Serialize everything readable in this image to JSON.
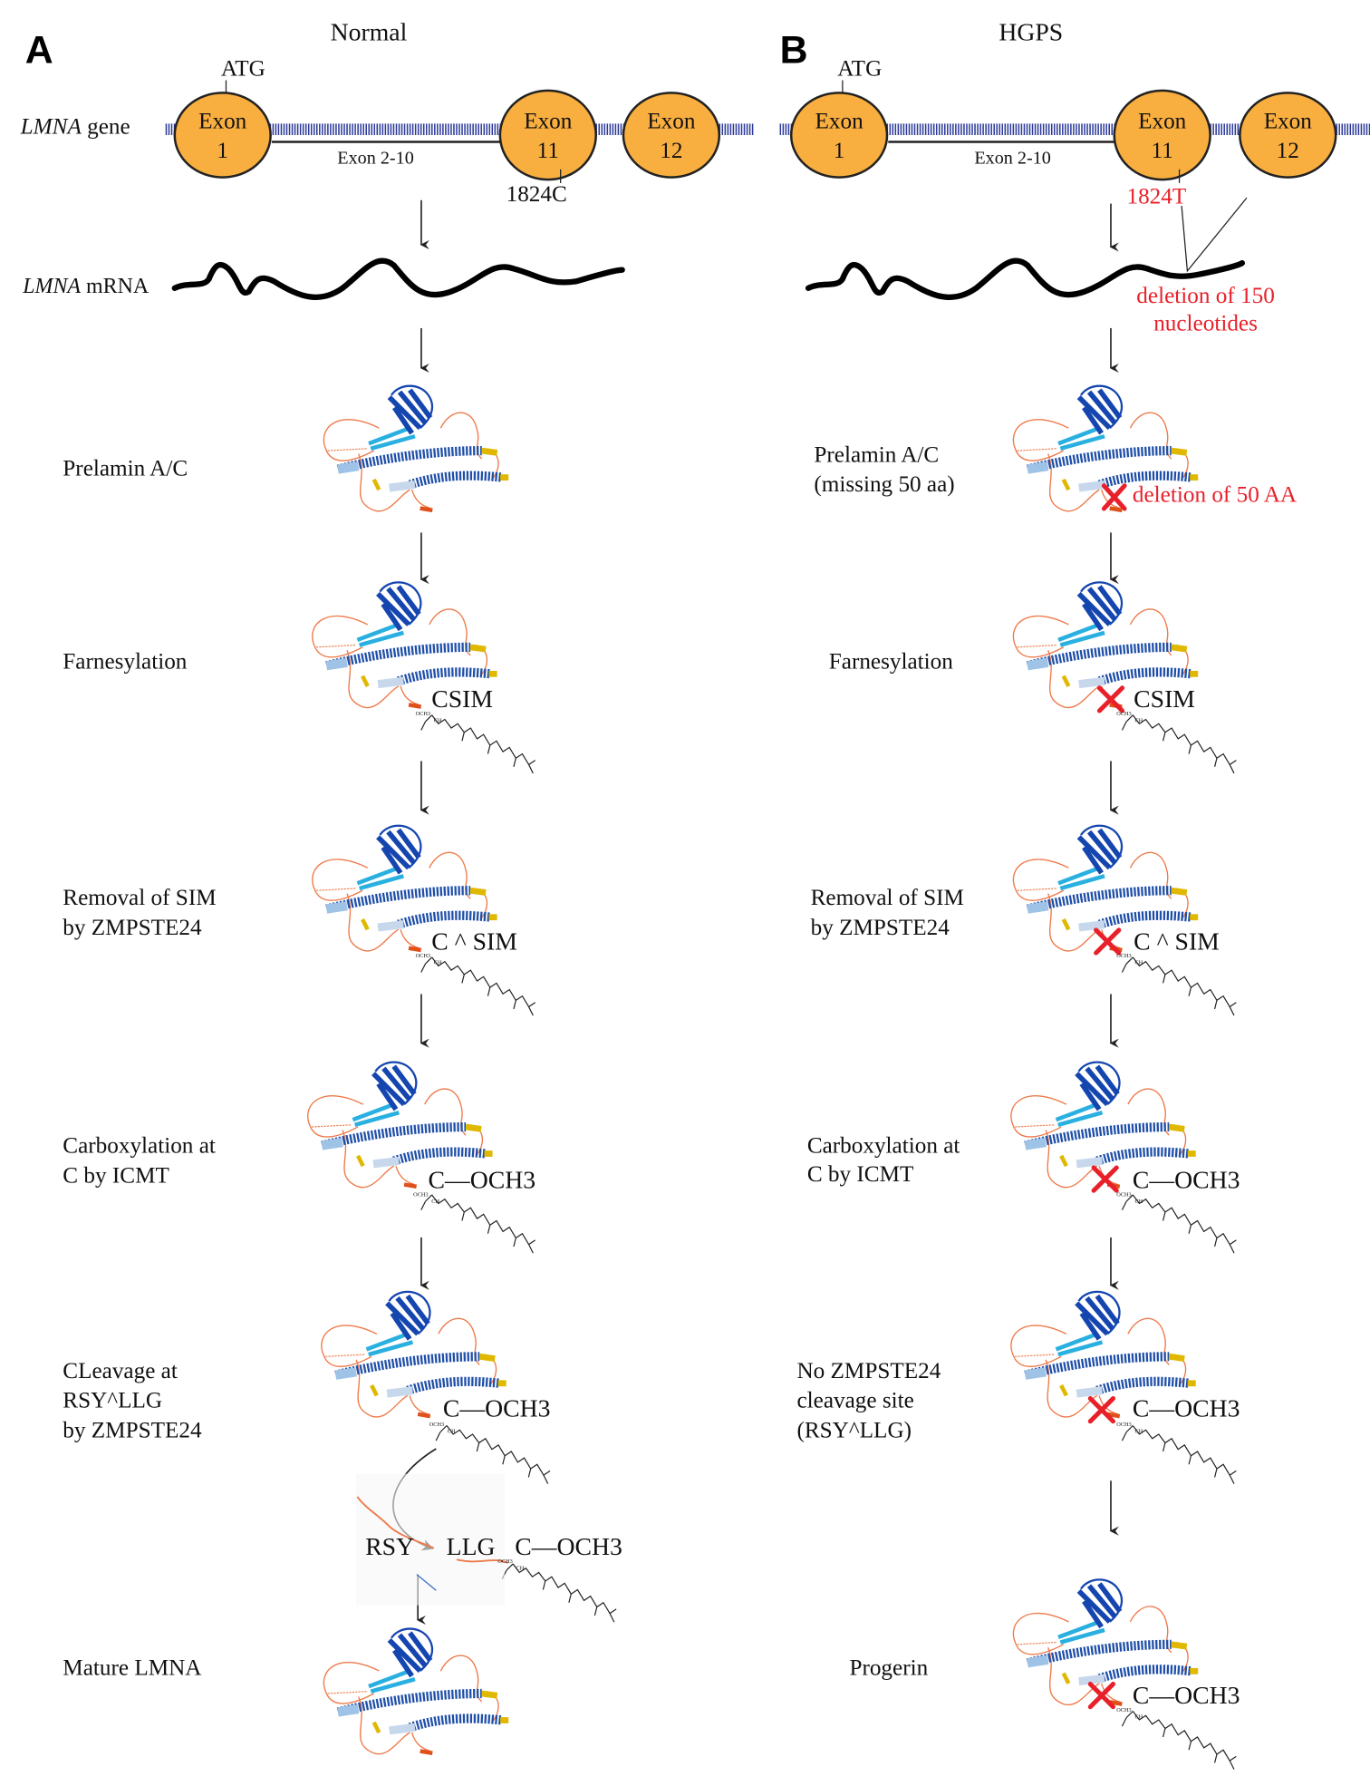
{
  "panels": {
    "A": {
      "letter": "A",
      "title": "Normal",
      "atg": "ATG",
      "exons": [
        {
          "line1": "Exon",
          "line2": "1"
        },
        {
          "line1": "Exon",
          "line2": "11"
        },
        {
          "line1": "Exon",
          "line2": "12"
        }
      ],
      "intron_label": "Exon 2-10",
      "snp": "1824C",
      "steps": [
        {
          "label": [
            "Prelamin A/C"
          ]
        },
        {
          "label": [
            "Farnesylation"
          ],
          "annotation": "CSIM"
        },
        {
          "label": [
            "Removal of SIM",
            "by ZMPSTE24"
          ],
          "annotation": "C ^ SIM"
        },
        {
          "label": [
            "Carboxylation at",
            "C by ICMT"
          ],
          "annotation": "C—OCH3"
        },
        {
          "label": [
            "CLeavage at",
            "RSY^LLG",
            "by ZMPSTE24"
          ],
          "annotation": "C—OCH3"
        },
        {
          "label": [
            "Mature LMNA"
          ]
        }
      ],
      "cleavage_product": {
        "left": "RSY",
        "right": "LLG",
        "tail": "C—OCH3"
      }
    },
    "B": {
      "letter": "B",
      "title": "HGPS",
      "atg": "ATG",
      "exons": [
        {
          "line1": "Exon",
          "line2": "1"
        },
        {
          "line1": "Exon",
          "line2": "11"
        },
        {
          "line1": "Exon",
          "line2": "12"
        }
      ],
      "intron_label": "Exon 2-10",
      "snp": "1824T",
      "deletion_note": [
        "deletion of 150",
        "nucleotides"
      ],
      "steps": [
        {
          "label": [
            "Prelamin A/C",
            "(missing 50 aa)"
          ],
          "annotation": "deletion of 50 AA"
        },
        {
          "label": [
            "Farnesylation"
          ],
          "annotation": "CSIM"
        },
        {
          "label": [
            "Removal of SIM",
            "by ZMPSTE24"
          ],
          "annotation": "C ^ SIM"
        },
        {
          "label": [
            "Carboxylation at",
            "C by ICMT"
          ],
          "annotation": "C—OCH3"
        },
        {
          "label": [
            "No ZMPSTE24",
            "cleavage site",
            "(RSY^LLG)"
          ],
          "annotation": "C—OCH3"
        },
        {
          "label": [
            "Progerin"
          ],
          "annotation": "C—OCH3"
        }
      ]
    }
  },
  "row_labels": {
    "gene_italic": "LMNA",
    "gene": " gene",
    "mrna_italic": "LMNA",
    "mrna": " mRNA"
  },
  "chem_labels": {
    "och3": "OCH3",
    "ch": "CH"
  },
  "colors": {
    "exon": "#f9ae40",
    "gene_line": "#2d3a9a",
    "mutation": "#e8202a",
    "helix": "#1f4fa8",
    "loop": "#ee7a4a"
  }
}
